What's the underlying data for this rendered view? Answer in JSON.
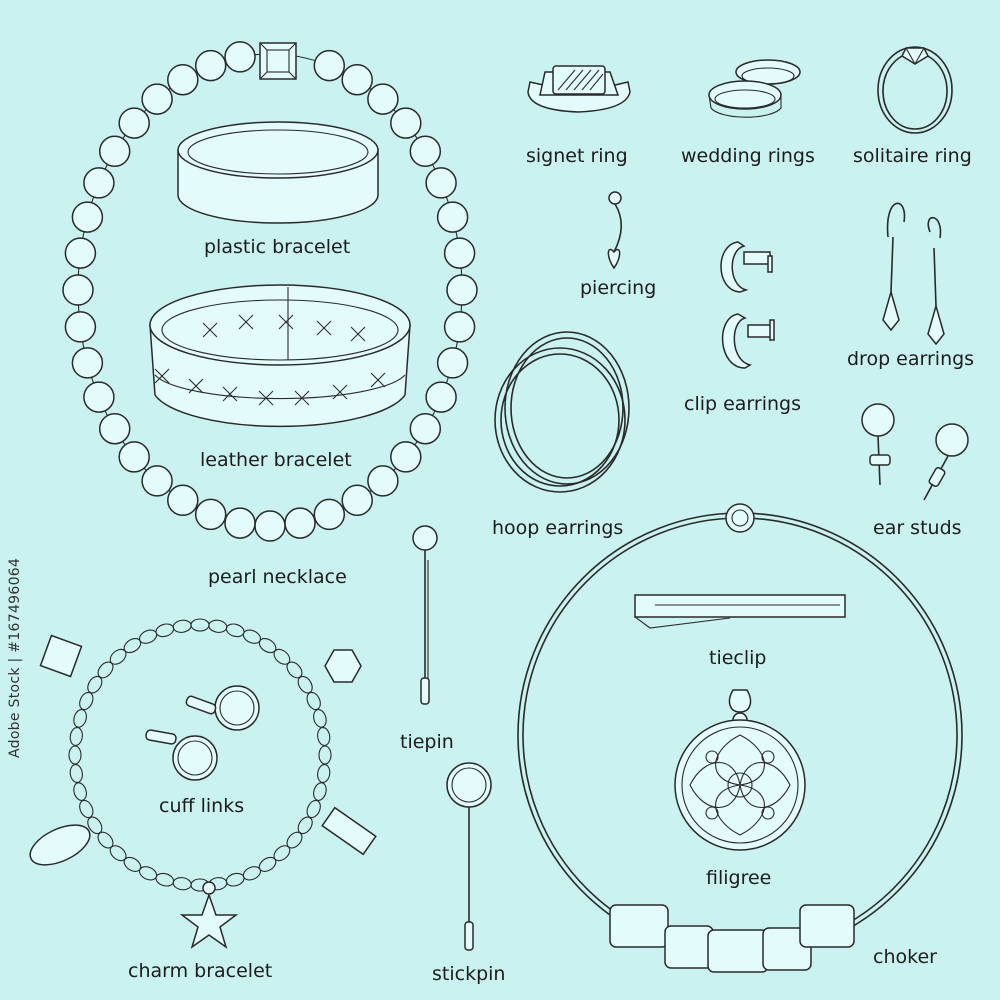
{
  "labels": {
    "plastic_bracelet": "plastic bracelet",
    "leather_bracelet": "leather bracelet",
    "pearl_necklace": "pearl necklace",
    "signet_ring": "signet ring",
    "wedding_rings": "wedding rings",
    "solitaire_ring": "solitaire ring",
    "piercing": "piercing",
    "drop_earrings": "drop earrings",
    "clip_earrings": "clip earrings",
    "hoop_earrings": "hoop earrings",
    "ear_studs": "ear studs",
    "tieclip": "tieclip",
    "tiepin": "tiepin",
    "cuff_links": "cuff links",
    "filigree": "filigree",
    "charm_bracelet": "charm bracelet",
    "stickpin": "stickpin",
    "choker": "choker"
  },
  "watermark_id": "Adobe Stock | #167496064",
  "colors": {
    "background": "#c9f2f1",
    "line": "#2a2a2a"
  }
}
